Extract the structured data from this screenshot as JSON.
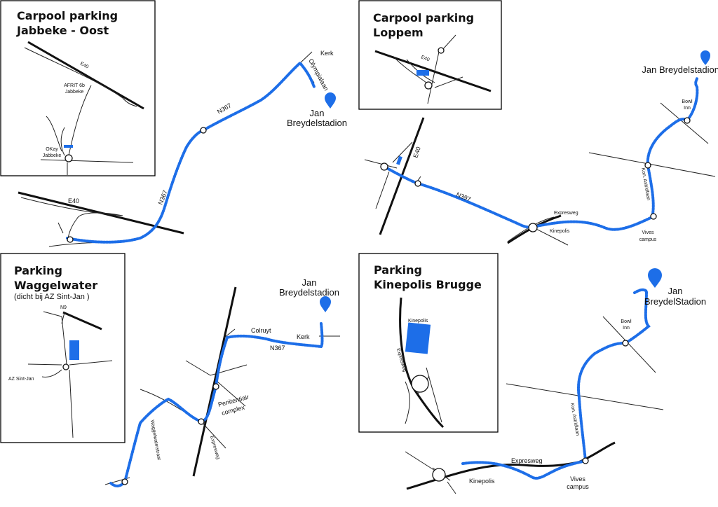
{
  "colors": {
    "route": "#1d6ee8",
    "road": "#222222"
  },
  "icons": {
    "destination": "map-pin-icon",
    "parking": "parking-lot-icon",
    "roundabout": "roundabout-icon"
  },
  "panels": {
    "jabbeke": {
      "title_1": "Carpool parking",
      "title_2": "Jabbeke - Oost",
      "labels": {
        "e40_inset": "E40",
        "afrit_1": "AFRIT 6b",
        "afrit_2": "Jabbeke",
        "okay_1": "OKay",
        "okay_2": "Jabbeke",
        "e40": "E40",
        "n367": "N367",
        "n367_b": "N367",
        "kerk": "Kerk",
        "olympialaan": "Olympialaan"
      },
      "destination_1": "Jan",
      "destination_2": "Breydelstadion"
    },
    "loppem": {
      "title_1": "Carpool parking",
      "title_2": "Loppem",
      "labels": {
        "e40_inset": "E40",
        "e40": "E40",
        "n397": "N397",
        "expresweg": "Expresweg",
        "kinepolis": "Kinepolis",
        "vives_1": "Vives",
        "vives_2": "campus",
        "kon_astridlaan": "Kon. Astridlaan",
        "bowl_1": "Bowl",
        "bowl_2": "Inn"
      },
      "destination": "Jan Breydelstadion"
    },
    "waggelwater": {
      "title_1": "Parking",
      "title_2": "Waggelwater",
      "subtitle": "(dicht bij AZ Sint-Jan )",
      "labels": {
        "n9": "N9",
        "az_sint_jan": "AZ Sint-Jan",
        "colruyt": "Colruyt",
        "kerk": "Kerk",
        "n367": "N367",
        "penitentiair_1": "Penitentiair",
        "penitentiair_2": "complex",
        "expresweg": "Expresweg",
        "waggelwaterstraat": "Waggelwaterstraat"
      },
      "destination_1": "Jan",
      "destination_2": "Breydelstadion"
    },
    "kinepolis": {
      "title_1": "Parking",
      "title_2": "Kinepolis Brugge",
      "labels": {
        "kinepolis_inset": "Kinepolis",
        "expresweg_inset": "Expresweg",
        "bowl_1": "Bowl",
        "bowl_2": "Inn",
        "kon_astridlaan": "Kon. Astridlaan",
        "expresweg": "Expresweg",
        "kinepolis": "Kinepolis",
        "vives_1": "Vives",
        "vives_2": "campus"
      },
      "destination_1": "Jan",
      "destination_2": "BreydelStadion"
    }
  }
}
